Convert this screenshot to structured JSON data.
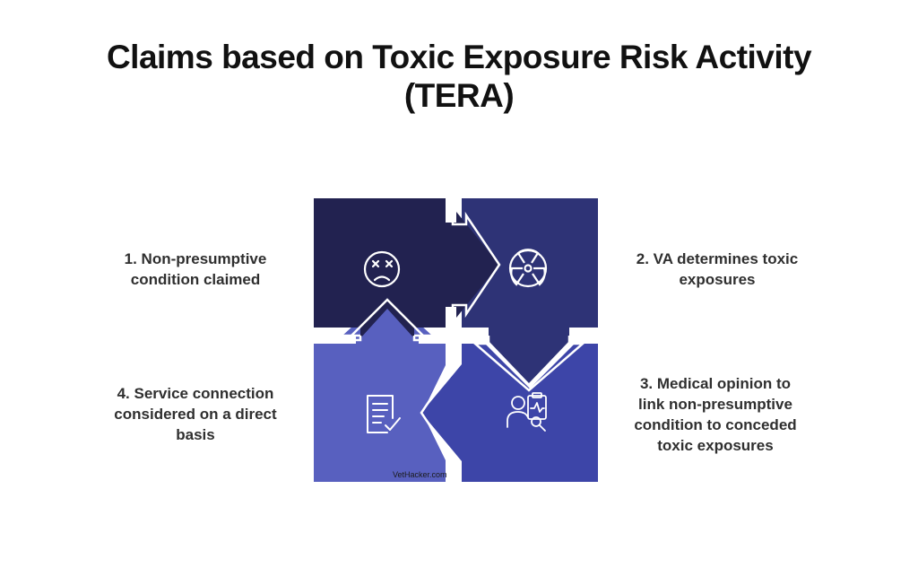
{
  "title_line1": "Claims based on Toxic Exposure Risk Activity",
  "title_line2": "(TERA)",
  "steps": [
    {
      "line1": "1. Non-presumptive",
      "line2": "condition claimed",
      "icon": "sad-face-icon"
    },
    {
      "line1": "2. VA determines toxic",
      "line2": "exposures",
      "icon": "radiation-icon"
    },
    {
      "line1": "3. Medical opinion to",
      "line2": "link non-presumptive",
      "line3": "condition to conceded",
      "line4": "toxic exposures",
      "icon": "doctor-clipboard-icon"
    },
    {
      "line1": "4. Service connection",
      "line2": "considered on a direct",
      "line3": "basis",
      "icon": "document-check-icon"
    }
  ],
  "watermark": "VetHacker.com",
  "colors": {
    "q1": "#222250",
    "q2": "#2e3376",
    "q3": "#3d45a8",
    "q4": "#5860bf"
  }
}
